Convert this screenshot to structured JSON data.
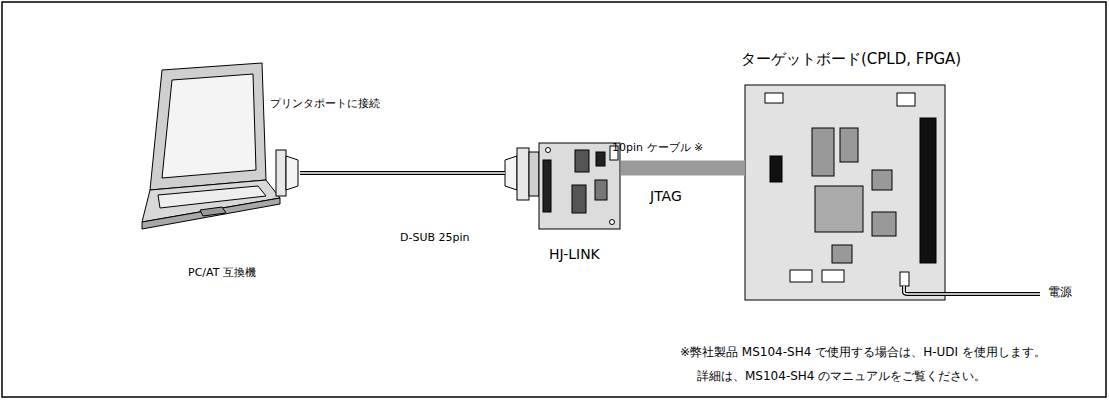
{
  "diagram": {
    "nodes": [
      {
        "text": [
          "PC/AT 互換機"
        ]
      },
      {
        "text": [
          "HJ-LINK"
        ]
      },
      {
        "text": [
          "ターゲットボード(CPLD, FPGA)"
        ]
      }
    ],
    "edges": [
      {
        "from": 0,
        "to": 1,
        "arrow": "none",
        "label": "D-SUB 25pin"
      },
      {
        "from": 1,
        "to": 2,
        "arrow": "none",
        "label": "JTAG"
      }
    ],
    "labels": [
      "プリンタポートに接続",
      "10pin ケーブル ※",
      "電源",
      "※弊社製品 MS104-SH4 で使用する場合は、H-UDI を使用します。",
      "詳細は、MS104-SH4 のマニュアルをご覧ください。"
    ]
  }
}
